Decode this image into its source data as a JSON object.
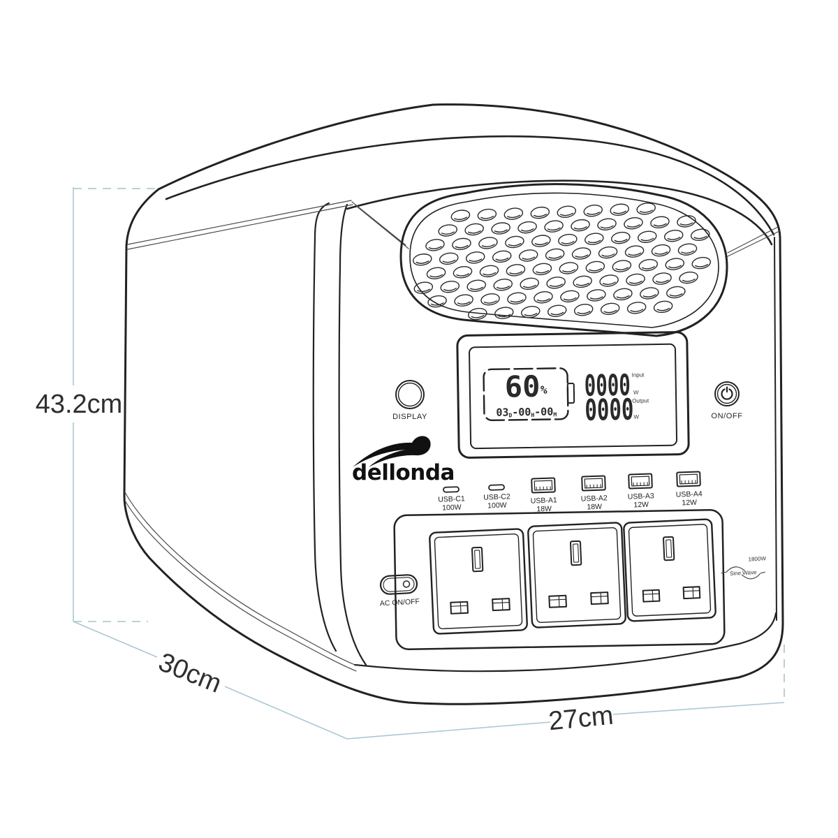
{
  "dimensions": {
    "height": "43.2cm",
    "depth": "30cm",
    "width": "27cm"
  },
  "brand": {
    "name": "dellonda"
  },
  "lcd": {
    "battery_percent": "60",
    "percent_sign": "%",
    "runtime": {
      "days": "03",
      "days_unit": "D",
      "hours": "-00",
      "hours_unit": "H",
      "minutes": "-00",
      "minutes_unit": "M"
    },
    "input": {
      "value": "0000",
      "label": "Input",
      "unit": "W"
    },
    "output": {
      "value": "0000",
      "label": "Output",
      "unit": "W"
    }
  },
  "buttons": {
    "display": "DISPLAY",
    "power": "ON/OFF",
    "ac": "AC ON/OFF"
  },
  "usb_ports": [
    {
      "name": "USB-C1",
      "power": "100W"
    },
    {
      "name": "USB-C2",
      "power": "100W"
    },
    {
      "name": "USB-A1",
      "power": "18W"
    },
    {
      "name": "USB-A2",
      "power": "18W"
    },
    {
      "name": "USB-A3",
      "power": "12W"
    },
    {
      "name": "USB-A4",
      "power": "12W"
    }
  ],
  "ac_output": {
    "wattage": "1800W",
    "wave_type": "Sine Wave"
  },
  "icons": {
    "power": "power-symbol-icon",
    "battery": "battery-gauge-icon",
    "sine_wave": "sine-wave-icon",
    "display_button": "circle-button-icon",
    "brand_wave": "wave-swoosh-icon"
  },
  "colors": {
    "line": "#222222",
    "dimension_line": "#aac8d4",
    "label_text": "#2f2f2f"
  }
}
